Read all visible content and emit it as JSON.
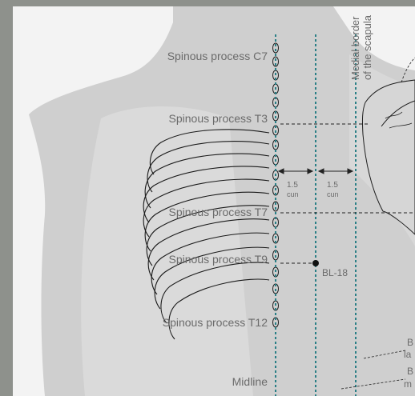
{
  "labels": {
    "c7": "Spinous process C7",
    "t3": "Spinous process T3",
    "t7": "Spinous process T7",
    "t9": "Spinous process T9",
    "t12": "Spinous process T12",
    "midline": "Midline",
    "scapula_line1": "Medial border",
    "scapula_line2": "of the scapula",
    "measure_left_value": "1.5",
    "measure_left_unit": "cun",
    "measure_right_value": "1.5",
    "measure_right_unit": "cun",
    "acupoint": "BL-18",
    "cut_bottom_a_1": "B",
    "cut_bottom_a_2": "la",
    "cut_bottom_b_1": "B",
    "cut_bottom_b_2": "m"
  },
  "colors": {
    "background": "#8e918c",
    "skin": "#c9c9c9",
    "skin_light": "#e6e6e6",
    "line_teal": "#2a7f86",
    "line_black": "#222222",
    "label_grey": "#6b6b6b"
  }
}
